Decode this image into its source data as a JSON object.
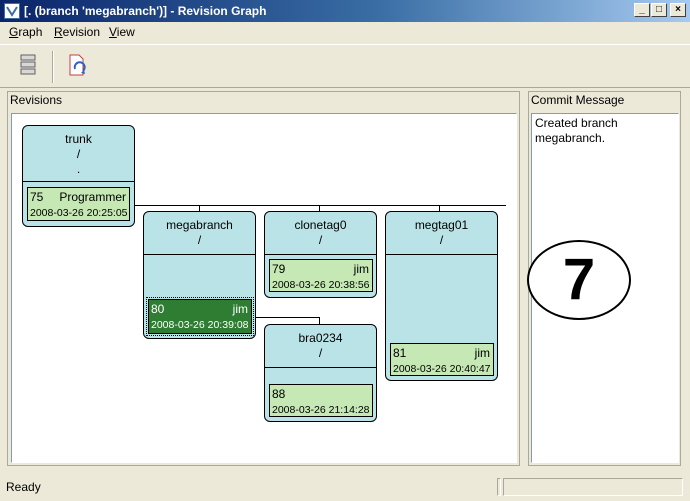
{
  "window": {
    "title": "[. (branch 'megabranch')] - Revision Graph",
    "buttons": {
      "minimize": "_",
      "maximize": "□",
      "close": "×"
    }
  },
  "menu": {
    "items": [
      {
        "label": "Graph",
        "accel": "G",
        "rest": "raph"
      },
      {
        "label": "Revision",
        "accel": "R",
        "rest": "evision"
      },
      {
        "label": "View",
        "accel": "V",
        "rest": "iew"
      }
    ]
  },
  "toolbar": {
    "icons": [
      "list-view-icon",
      "refresh-icon"
    ]
  },
  "revisions_panel": {
    "label": "Revisions"
  },
  "graph": {
    "nodes": {
      "trunk": {
        "name": "trunk",
        "path": "/",
        "extra": ".",
        "rev": "75",
        "author": "Programmer",
        "date": "2008-03-26 20:25:05"
      },
      "megabranch": {
        "name": "megabranch",
        "path": "/",
        "rev": "80",
        "author": "jim",
        "date": "2008-03-26 20:39:08"
      },
      "clonetag0": {
        "name": "clonetag0",
        "path": "/",
        "rev": "79",
        "author": "jim",
        "date": "2008-03-26 20:38:56"
      },
      "megtag01": {
        "name": "megtag01",
        "path": "/",
        "rev": "81",
        "author": "jim",
        "date": "2008-03-26 20:40:47"
      },
      "bra0234": {
        "name": "bra0234",
        "path": "/",
        "rev": "88",
        "author": "",
        "date": "2008-03-26 21:14:28"
      }
    }
  },
  "commit_panel": {
    "label": "Commit Message",
    "message": "Created branch megabranch."
  },
  "annotation": {
    "number": "7"
  },
  "status": {
    "text": "Ready"
  },
  "colors": {
    "node_fill": "#b9e3e6",
    "revision_fill": "#c5e8b5",
    "selected_revision": "#2e7d32"
  }
}
